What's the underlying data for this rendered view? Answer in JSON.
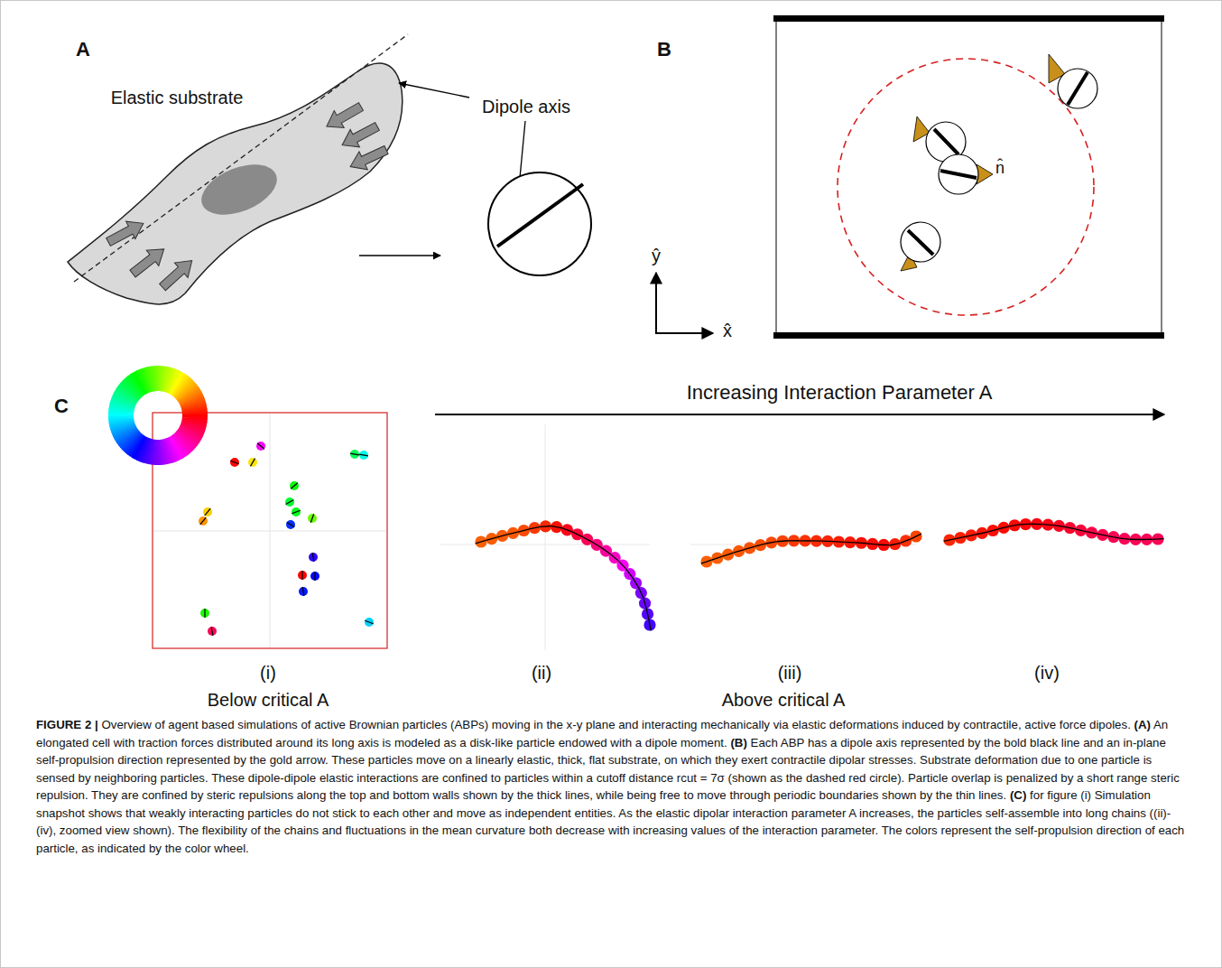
{
  "diagram": {
    "caption": "FIGURE 2 | Overview of agent based simulations of active Brownian particles (ABPs) moving in the x-y plane and interacting mechanically via elastic deformations induced by contractile, active force dipoles. (A) An elongated cell with traction forces distributed around its long axis is modeled as a disk-like particle endowed with a dipole moment. (B) Each ABP has a dipole axis represented by the bold black line and an in-plane self-propulsion direction represented by the gold arrow. These particles move on a linearly elastic, thick, flat substrate, on which they exert contractile dipolar stresses. Substrate deformation due to one particle is sensed by neighboring particles. These dipole-dipole elastic interactions are confined to particles within a cutoff distance rcut = 7σ (shown as the dashed red circle). Particle overlap is penalized by a short range steric repulsion. They are confined by steric repulsions along the top and bottom walls shown by the thick lines, while being free to move through periodic boundaries shown by the thin lines. (C) for figure (i) Simulation snapshot shows that weakly interacting particles do not stick to each other and move as independent entities. As the elastic dipolar interaction parameter A increases, the particles self-assemble into long chains ((ii)-(iv), zoomed view shown). The flexibility of the chains and fluctuations in the mean curvature both decrease with increasing values of the interaction parameter. The colors represent the self-propulsion direction of each particle, as indicated by the color wheel.",
    "labels": [
      "A",
      "Elastic substrate",
      "Dipole axis",
      "B",
      "n̂",
      "ŷ",
      "x̂",
      "C",
      "Increasing Interaction Parameter A",
      "(i)",
      "Below critical A",
      "(ii)",
      "(iii)",
      "(iv)",
      "Above critical A"
    ]
  }
}
